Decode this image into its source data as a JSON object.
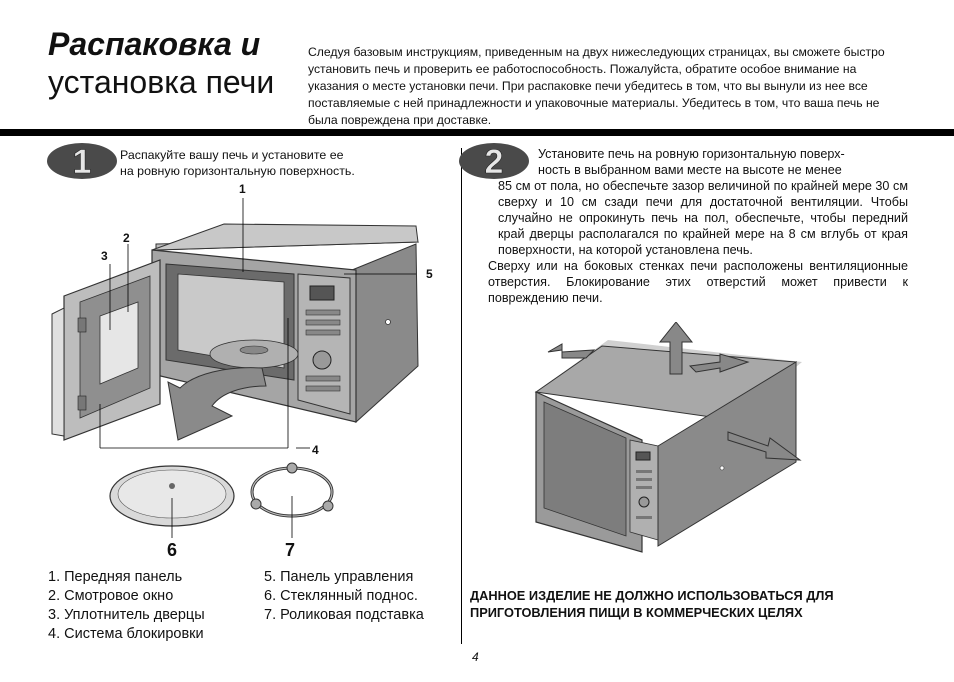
{
  "header": {
    "title_bold": "Распаковка и",
    "title_regular": "установка печи",
    "intro": "Следуя базовым инструкциям, приведенным на двух нижеследующих страницах, вы сможете быстро установить печь и проверить ее работоспособность. Пожалуйста, обратите особое внимание на указания о месте установки печи. При распаковке печи убедитесь в том, что вы вынули из нее все поставляемые с ней принадлежности и упаковочные материалы. Убедитесь в том, что ваша печь не была повреждена при доставке."
  },
  "step1": {
    "number": "1",
    "text_line1": "Распакуйте вашу печь и установите ее",
    "text_line2": "на ровную горизонтальную поверхность."
  },
  "callouts": {
    "c1": "1",
    "c2": "2",
    "c3": "3",
    "c4": "4",
    "c5": "5",
    "c6": "6",
    "c7": "7"
  },
  "parts_left": [
    "1. Передняя панель",
    "2. Смотровое окно",
    "3. Уплотнитель дверцы",
    "4. Система блокировки"
  ],
  "parts_right": [
    "5. Панель управления",
    "6. Стеклянный поднос.",
    "7. Роликовая подставка"
  ],
  "step2": {
    "number": "2",
    "line1": "Установите печь на ровную горизонтальную поверх-",
    "line2": "ность в выбранном вами месте на высоте не менее",
    "line3": "85 см от пола, но обеспечьте зазор величиной по крайней мере 30 см сверху и 10 см сзади печи для достаточной вентиляции. Чтобы случайно не опрокинуть печь на пол, обеспечьте, чтобы передний край дверцы располагался по крайней мере на 8 см вглубь от края поверхности, на которой установлена печь.",
    "para2": "Сверху или на боковых стенках печи расположены вентиляционные отверстия. Блокирование этих отверстий может привести к повреждению печи."
  },
  "warning": "ДАННОЕ ИЗДЕЛИЕ НЕ ДОЛЖНО ИСПОЛЬЗОВАТЬСЯ ДЛЯ ПРИГОТОВЛЕНИЯ ПИЩИ В КОММЕРЧЕСКИХ ЦЕЛЯХ",
  "page_number": "4",
  "colors": {
    "rule": "#000000",
    "badge": "#4a4a4a",
    "oven_body": "#9a9a9a",
    "arrow": "#888888"
  }
}
